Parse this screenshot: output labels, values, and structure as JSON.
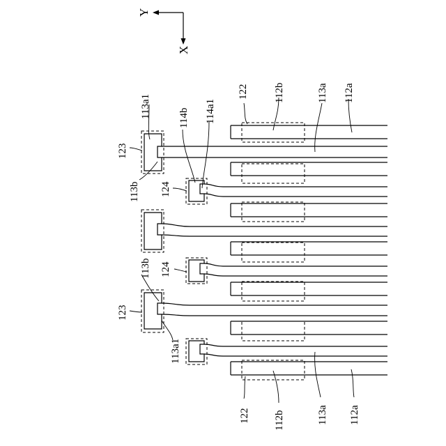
{
  "axes": {
    "y": "Y",
    "x": "X"
  },
  "labels": {
    "l_122_top": "122",
    "l_112b_top": "112b",
    "l_113a_top": "113a",
    "l_112a_top": "112a",
    "l_113a1_top": "113a1",
    "l_114b": "114b",
    "l_114a1": "114a1",
    "l_123_top": "123",
    "l_113b_top": "113b",
    "l_124_top": "124",
    "l_113b_mid": "113b",
    "l_124_mid": "124",
    "l_123_bot": "123",
    "l_113a1_bot": "113a1",
    "l_122_bot": "122",
    "l_112b_bot": "112b",
    "l_113a_bot": "113a",
    "l_112a_bot": "112a"
  }
}
